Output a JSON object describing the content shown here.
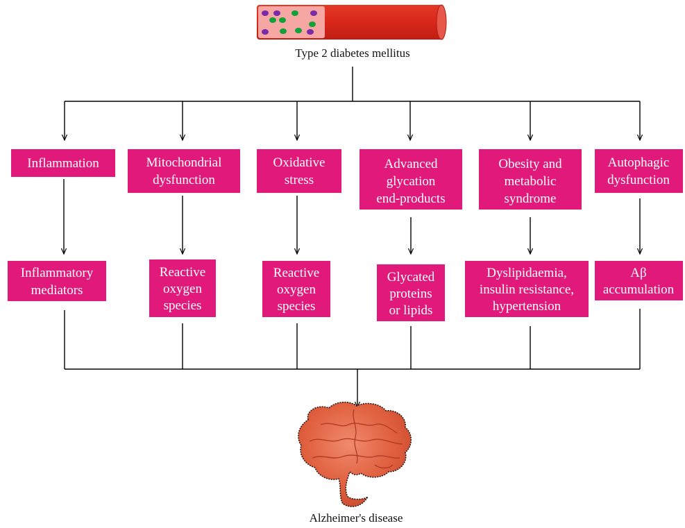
{
  "diagram": {
    "top_label": "Type 2 diabetes mellitus",
    "bottom_label": "Alzheimer's disease",
    "colors": {
      "box_fill": "#e0197a",
      "box_text": "#ffffff",
      "vessel_wall": "#db2a1c",
      "vessel_lumen": "#f6a7a4",
      "cell_green": "#12a038",
      "cell_purple": "#7b2aa8",
      "brain": "#e46a4e"
    },
    "mechanisms": [
      {
        "name": "Inflammation",
        "consequence": "Inflammatory mediators"
      },
      {
        "name": "Mitochondrial dysfunction",
        "consequence": "Reactive oxygen species"
      },
      {
        "name": "Oxidative stress",
        "consequence": "Reactive oxygen species"
      },
      {
        "name": "Advanced glycation end-products",
        "consequence": "Glycated proteins or lipids"
      },
      {
        "name": "Obesity and metabolic syndrome",
        "consequence": "Dyslipidaemia, insulin resistance, hypertension"
      },
      {
        "name": "Autophagic dysfunction",
        "consequence": "Aβ accumulation"
      }
    ]
  }
}
